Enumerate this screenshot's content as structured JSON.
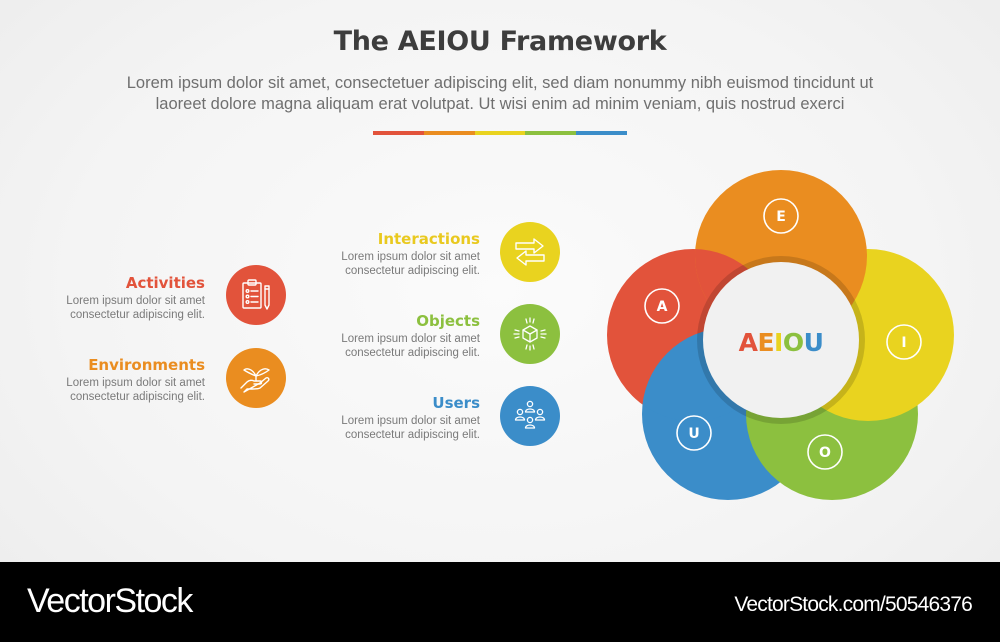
{
  "header": {
    "title": "The AEIOU Framework",
    "subtitle_line1": "Lorem ipsum dolor sit amet, consectetuer adipiscing elit, sed diam nonummy nibh euismod tincidunt ut",
    "subtitle_line2": "laoreet dolore magna aliquam erat volutpat. Ut wisi enim ad minim veniam, quis nostrud exerci",
    "rainbow_colors": [
      "#e2533b",
      "#ea8d20",
      "#e9d31f",
      "#8cc03f",
      "#3b8dc9"
    ]
  },
  "colors": {
    "activities": "#e2533b",
    "environments": "#ea8d20",
    "interactions": "#e9d31f",
    "objects": "#8cc03f",
    "users": "#3b8dc9"
  },
  "items": {
    "activities": {
      "label": "Activities",
      "desc1": "Lorem ipsum dolor sit amet",
      "desc2": "consectetur adipiscing elit.",
      "icon": "clipboard-checklist-icon"
    },
    "environments": {
      "label": "Environments",
      "desc1": "Lorem ipsum dolor sit amet",
      "desc2": "consectetur adipiscing elit.",
      "icon": "hand-plant-icon"
    },
    "interactions": {
      "label": "Interactions",
      "desc1": "Lorem ipsum dolor sit amet",
      "desc2": "consectetur adipiscing elit.",
      "icon": "exchange-arrows-icon"
    },
    "objects": {
      "label": "Objects",
      "desc1": "Lorem ipsum dolor sit amet",
      "desc2": "consectetur adipiscing elit.",
      "icon": "glowing-box-icon"
    },
    "users": {
      "label": "Users",
      "desc1": "Lorem ipsum dolor sit amet",
      "desc2": "consectetur adipiscing elit.",
      "icon": "people-group-icon"
    }
  },
  "diagram": {
    "center_letters": [
      "A",
      "E",
      "I",
      "O",
      "U"
    ],
    "petals": [
      {
        "letter": "A",
        "color": "#e2533b"
      },
      {
        "letter": "E",
        "color": "#ea8d20"
      },
      {
        "letter": "I",
        "color": "#e9d31f"
      },
      {
        "letter": "O",
        "color": "#8cc03f"
      },
      {
        "letter": "U",
        "color": "#3b8dc9"
      }
    ]
  },
  "footer": {
    "brand": "VectorStock",
    "url": "VectorStock.com/50546376"
  }
}
